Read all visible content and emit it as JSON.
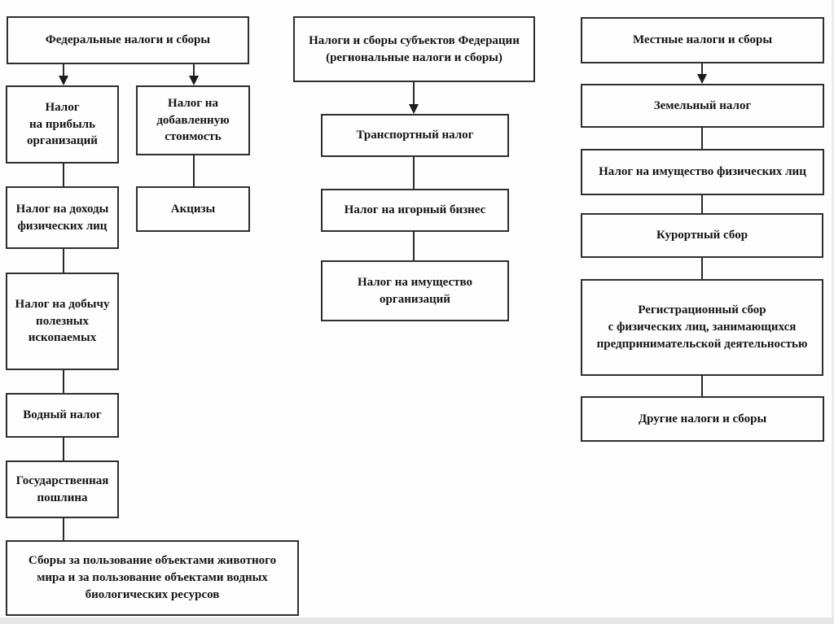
{
  "colors": {
    "ink": "#2a2a2a",
    "box_background": "#fdfdfd",
    "page_background": "#fdfdfd",
    "edge_strip": "#e6e6e6"
  },
  "federal": {
    "header": "Федеральные налоги и сборы",
    "branch1": [
      "Налог\nна прибыль\nорганизаций",
      "Налог на доходы\nфизических лиц",
      "Налог на добычу\nполезных\nископаемых",
      "Водный налог",
      "Государственная\nпошлина",
      "Сборы за пользование объектами животного\nмира и за пользование объектами водных\nбиологических ресурсов"
    ],
    "branch2": [
      "Налог на\nдобавленную\nстоимость",
      "Акцизы"
    ]
  },
  "regional": {
    "header": "Налоги и сборы субъектов Федерации\n(региональные налоги и сборы)",
    "nodes": [
      "Транспортный налог",
      "Налог на игорный бизнес",
      "Налог на имущество\nорганизаций"
    ]
  },
  "local": {
    "header": "Местные налоги и сборы",
    "nodes": [
      "Земельный налог",
      "Налог на имущество физических лиц",
      "Курортный сбор",
      "Регистрационный сбор\nс физических лиц, занимающихся\nпредпринимательской деятельностью",
      "Другие налоги и сборы"
    ]
  }
}
